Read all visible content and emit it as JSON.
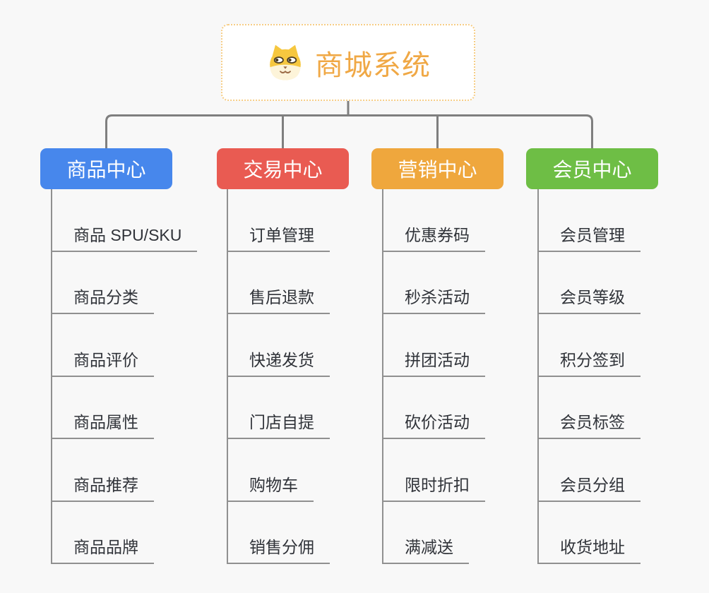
{
  "root": {
    "title": "商城系统",
    "icon": "dog-face-icon"
  },
  "branches": [
    {
      "label": "商品中心",
      "color": "#4787EC",
      "items": [
        "商品 SPU/SKU",
        "商品分类",
        "商品评价",
        "商品属性",
        "商品推荐",
        "商品品牌"
      ]
    },
    {
      "label": "交易中心",
      "color": "#E95B52",
      "items": [
        "订单管理",
        "售后退款",
        "快递发货",
        "门店自提",
        "购物车",
        "销售分佣"
      ]
    },
    {
      "label": "营销中心",
      "color": "#EFA73D",
      "items": [
        "优惠券码",
        "秒杀活动",
        "拼团活动",
        "砍价活动",
        "限时折扣",
        "满减送"
      ]
    },
    {
      "label": "会员中心",
      "color": "#6EBE45",
      "items": [
        "会员管理",
        "会员等级",
        "积分签到",
        "会员标签",
        "会员分组",
        "收货地址"
      ]
    }
  ],
  "colors": {
    "background": "#F8F8F8",
    "connector": "#7F7F7F",
    "item_line": "#909090",
    "root_title": "#F0A845",
    "root_border": "#F6CD85",
    "item_text": "#303339"
  }
}
